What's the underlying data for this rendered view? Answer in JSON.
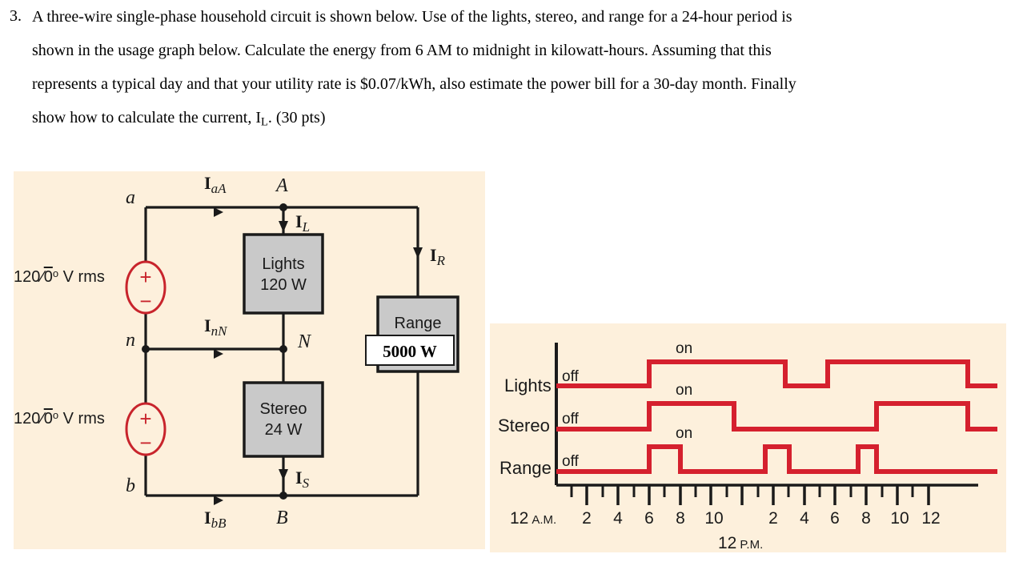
{
  "problem": {
    "number": "3.",
    "lines": [
      "A three-wire single-phase household circuit is shown below.  Use of the lights, stereo, and range for a 24-hour period is",
      "shown in the usage graph below.  Calculate the energy from 6 AM to midnight in kilowatt-hours. Assuming that this",
      "represents a typical day and that your utility rate is $0.07/kWh, also estimate the power bill for a 30-day month. Finally",
      "show how to calculate the current, I"
    ],
    "current_subscript": "L",
    "line4_tail": ". (30 pts)"
  },
  "colors": {
    "panel_bg": "#fdf0dc",
    "wire": "#1a1a1a",
    "source_red": "#c8242c",
    "trace_red": "#d5202e",
    "block_fill": "#c9c9c9",
    "block_stroke": "#1a1a1a"
  },
  "circuit": {
    "source_top_label": "120/0° V rms",
    "source_bottom_label": "120/0° V rms",
    "source_plus": "+",
    "source_minus": "−",
    "nodes": {
      "a": "a",
      "b": "b",
      "n": "n",
      "A": "A",
      "B": "B",
      "N": "N"
    },
    "currents": {
      "i_aA_bold": "I",
      "i_aA_sub": "aA",
      "i_bB_bold": "I",
      "i_bB_sub": "bB",
      "i_nN_bold": "I",
      "i_nN_sub": "nN",
      "i_L_bold": "I",
      "i_L_sub": "L",
      "i_R_bold": "I",
      "i_R_sub": "R",
      "i_S_bold": "I",
      "i_S_sub": "S"
    },
    "loads": [
      {
        "name": "Lights",
        "power": "120 W"
      },
      {
        "name": "Stereo",
        "power": "24 W"
      },
      {
        "name": "Range",
        "power": "5000 W"
      }
    ]
  },
  "chart_data": {
    "type": "line",
    "title": "",
    "xlabel": "",
    "ylabel": "",
    "xlim": [
      0,
      25
    ],
    "grid": false,
    "legend": "none",
    "x_axis": {
      "start_label": "12",
      "start_label_small": "A.M.",
      "mid_label": "12",
      "mid_label_small": "P.M.",
      "major_ticks": [
        2,
        4,
        6,
        8,
        10,
        12,
        14,
        16,
        18,
        20,
        22,
        24
      ],
      "major_tick_labels": [
        "2",
        "4",
        "6",
        "8",
        "10",
        "12",
        "2",
        "4",
        "6",
        "8",
        "10",
        "12"
      ],
      "minor_ticks": [
        1,
        3,
        5,
        7,
        9,
        11,
        13,
        15,
        17,
        19,
        21,
        23
      ]
    },
    "state_labels": {
      "off": "off",
      "on": "on"
    },
    "series": [
      {
        "name": "Lights",
        "on_label": "on",
        "off_label": "off",
        "intervals_on": [
          [
            6,
            15
          ],
          [
            17,
            24
          ]
        ]
      },
      {
        "name": "Stereo",
        "on_label": "on",
        "off_label": "off",
        "intervals_on": [
          [
            6,
            11.5
          ],
          [
            21,
            24
          ]
        ]
      },
      {
        "name": "Range",
        "on_label": "on",
        "off_label": "off",
        "intervals_on": [
          [
            6,
            8
          ],
          [
            13.5,
            15
          ],
          [
            19.5,
            20.8
          ]
        ]
      }
    ]
  }
}
